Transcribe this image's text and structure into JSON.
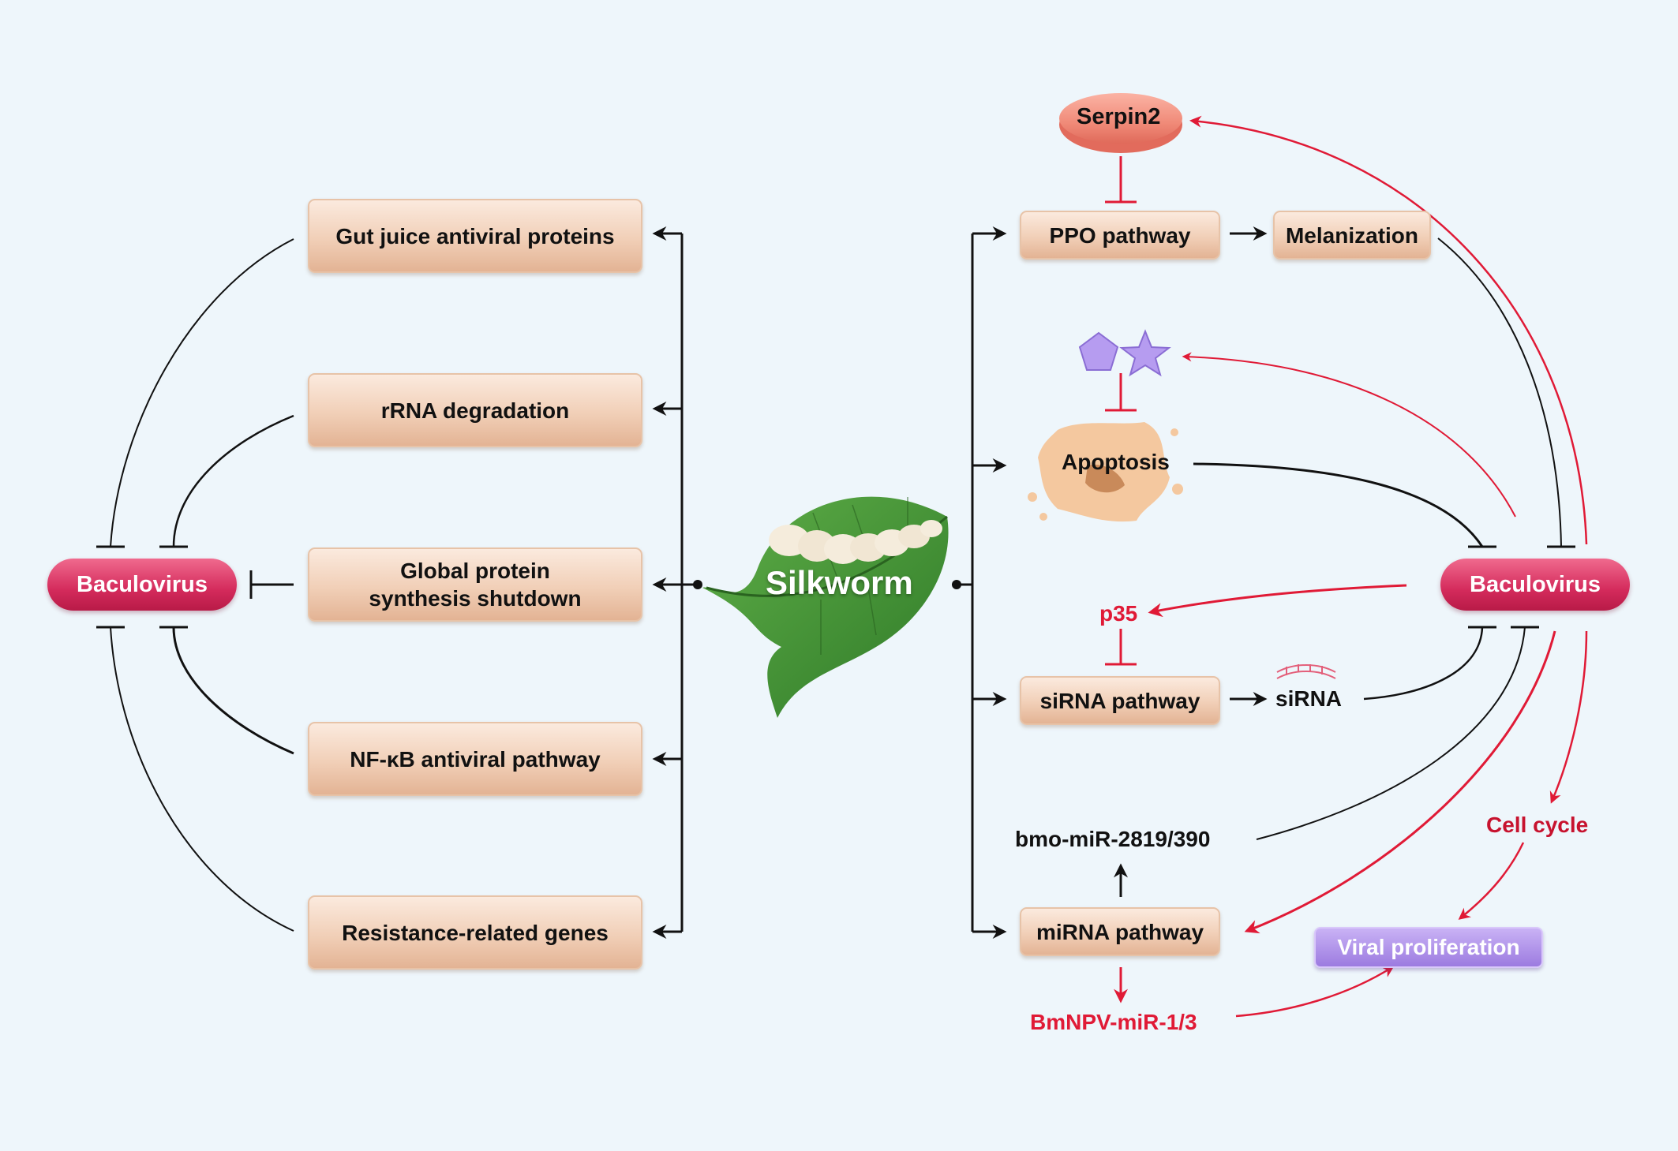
{
  "center": {
    "label": "Silkworm"
  },
  "left": {
    "virus_label": "Baculovirus",
    "boxes": [
      {
        "label": "Gut juice antiviral proteins"
      },
      {
        "label": "rRNA degradation"
      },
      {
        "label": "Global protein\nsynthesis shutdown"
      },
      {
        "label": "NF-κB antiviral pathway"
      },
      {
        "label": "Resistance-related genes"
      }
    ]
  },
  "right": {
    "virus_label": "Baculovirus",
    "serpin": "Serpin2",
    "ppo": "PPO pathway",
    "melanization": "Melanization",
    "apoptosis": "Apoptosis",
    "p35": "p35",
    "sirna_pathway": "siRNA pathway",
    "sirna": "siRNA",
    "mir_host": "bmo-miR-2819/390",
    "mirna_pathway": "miRNA pathway",
    "mir_viral": "BmNPV-miR-1/3",
    "cell_cycle": "Cell cycle",
    "viral_proliferation": "Viral proliferation"
  },
  "colors": {
    "inhibit_red": "#e01a36",
    "activate_red": "#e01a36",
    "line_black": "#111111",
    "leaf_green": "#3f8f33",
    "virus_pink": "#d42b5c",
    "proliferation_purple": "#9b7ae0"
  }
}
